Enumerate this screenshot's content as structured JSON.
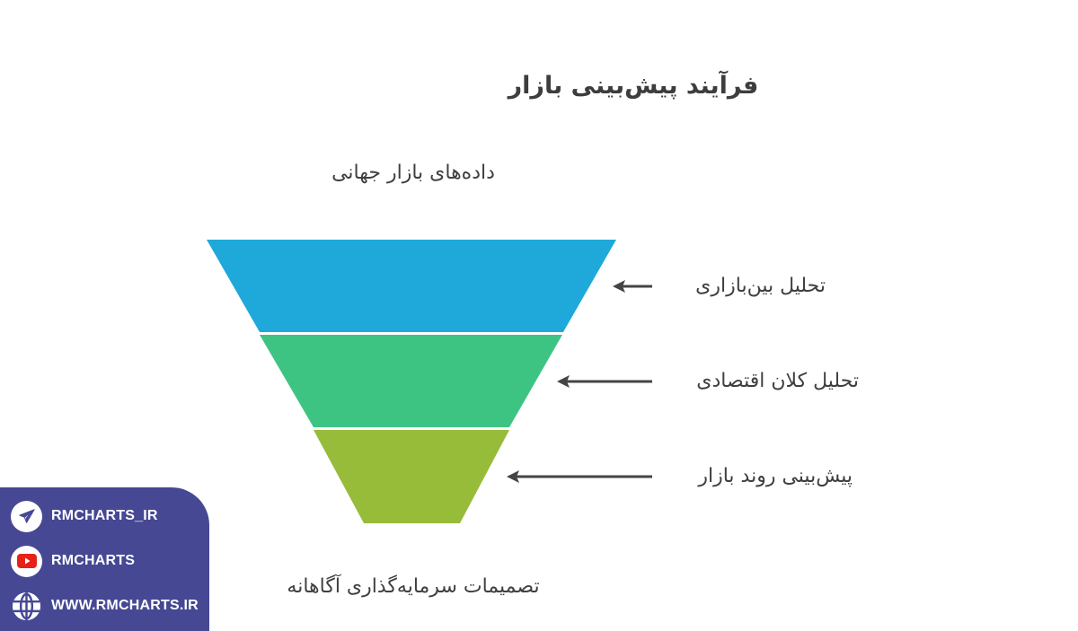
{
  "title": "فرآیند پیش‌بینی بازار",
  "funnel": {
    "top_label": "داده‌های بازار جهانی",
    "bottom_label": "تصمیمات سرمایه‌گذاری آگاهانه",
    "layers": [
      {
        "label": "تحلیل بین‌بازاری",
        "color": "#1FA9DA"
      },
      {
        "label": "تحلیل کلان اقتصادی",
        "color": "#3DC483"
      },
      {
        "label": "پیش‌بینی روند بازار",
        "color": "#96BC3A"
      }
    ],
    "arrow_color": "#444444"
  },
  "social": {
    "panel_color": "#464894",
    "items": [
      {
        "icon": "telegram-icon",
        "label": "RMCHARTS_IR"
      },
      {
        "icon": "youtube-icon",
        "label": "RMCHARTS"
      },
      {
        "icon": "globe-icon",
        "label": "WWW.RMCHARTS.IR"
      }
    ]
  }
}
